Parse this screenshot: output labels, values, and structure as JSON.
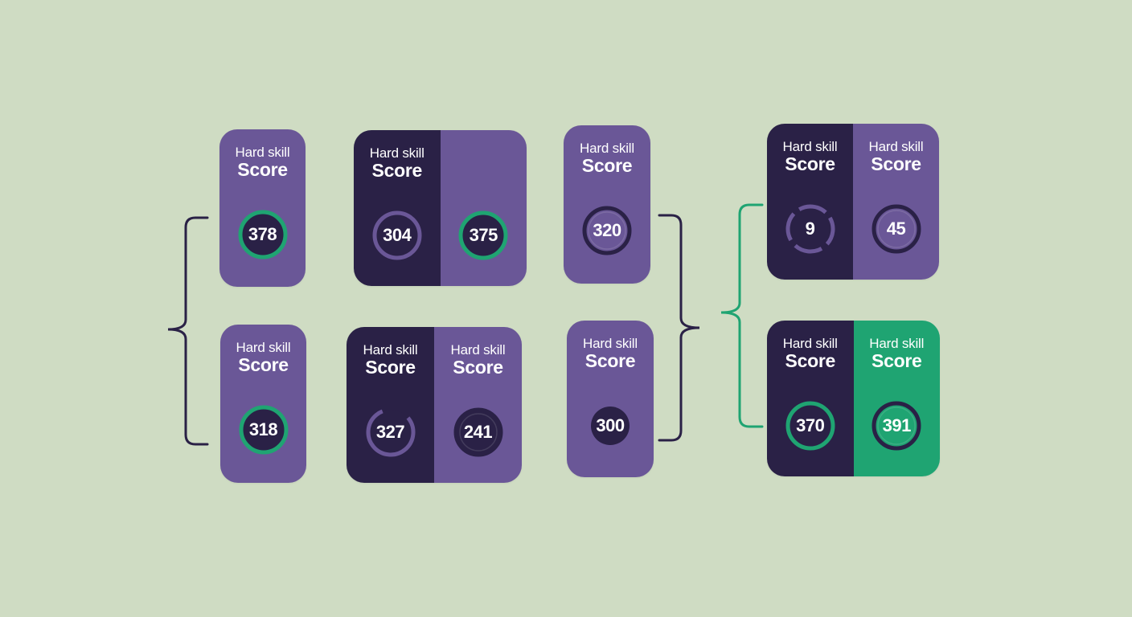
{
  "colors": {
    "background": "#cfdcc3",
    "purple": "#6a5797",
    "dark": "#2a2146",
    "green": "#1fa472",
    "bracket_dark": "#2a2146",
    "bracket_green": "#1fa472"
  },
  "cards": [
    {
      "id": "card-1",
      "halves": [
        {
          "bg": "purple",
          "label1": "Hard skill",
          "label2": "Score",
          "value": "378",
          "ring": "green",
          "fill": "dark"
        }
      ]
    },
    {
      "id": "card-2",
      "halves": [
        {
          "bg": "dark",
          "label1": "Hard skill",
          "label2": "Score",
          "value": "304",
          "ring": "purple",
          "fill": "dark"
        },
        {
          "bg": "purple",
          "label1": "",
          "label2": "",
          "value": "375",
          "ring": "green",
          "fill": "dark"
        }
      ]
    },
    {
      "id": "card-3",
      "halves": [
        {
          "bg": "purple",
          "label1": "Hard skill",
          "label2": "Score",
          "value": "320",
          "ring": "dark",
          "fill": "purple"
        }
      ]
    },
    {
      "id": "card-4",
      "halves": [
        {
          "bg": "dark",
          "label1": "Hard skill",
          "label2": "Score",
          "value": "9",
          "ring": "purple-broken",
          "fill": "dark"
        },
        {
          "bg": "purple",
          "label1": "Hard skill",
          "label2": "Score",
          "value": "45",
          "ring": "dark",
          "fill": "purple"
        }
      ]
    },
    {
      "id": "card-5",
      "halves": [
        {
          "bg": "purple",
          "label1": "Hard skill",
          "label2": "Score",
          "value": "318",
          "ring": "green",
          "fill": "dark"
        }
      ]
    },
    {
      "id": "card-6",
      "halves": [
        {
          "bg": "dark",
          "label1": "Hard skill",
          "label2": "Score",
          "value": "327",
          "ring": "purple-partial",
          "fill": "dark"
        },
        {
          "bg": "purple",
          "label1": "Hard skill",
          "label2": "Score",
          "value": "241",
          "ring": "dark",
          "fill": "dark"
        }
      ]
    },
    {
      "id": "card-7",
      "halves": [
        {
          "bg": "purple",
          "label1": "Hard skill",
          "label2": "Score",
          "value": "300",
          "ring": "none",
          "fill": "dark"
        }
      ]
    },
    {
      "id": "card-8",
      "halves": [
        {
          "bg": "dark",
          "label1": "Hard skill",
          "label2": "Score",
          "value": "370",
          "ring": "green",
          "fill": "dark"
        },
        {
          "bg": "green",
          "label1": "Hard skill",
          "label2": "Score",
          "value": "391",
          "ring": "dark",
          "fill": "green"
        }
      ]
    }
  ]
}
